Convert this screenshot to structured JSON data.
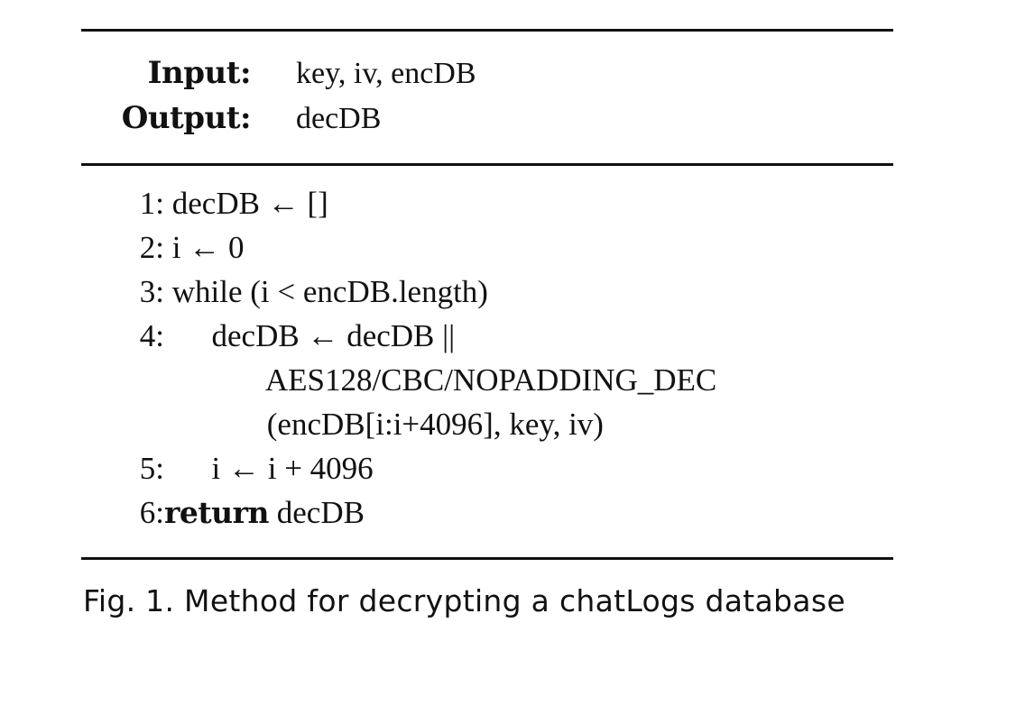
{
  "algorithm": {
    "input_label": "Input:",
    "input_value": "key, iv, encDB",
    "output_label": "Output:",
    "output_value": "decDB",
    "steps": [
      {
        "num": "1:",
        "text": " decDB ← []"
      },
      {
        "num": "2:",
        "text": " i ← 0"
      },
      {
        "num": "3:",
        "text": " while (i < encDB.length)"
      },
      {
        "num": "4:",
        "text": "      decDB ← decDB ||"
      },
      {
        "num": "",
        "text": "             AES128/CBC/NOPADDING_DEC"
      },
      {
        "num": "",
        "text": "             (encDB[i:i+4096], key, iv)"
      },
      {
        "num": "5:",
        "text": "      i ← i + 4096"
      },
      {
        "num": "6:",
        "keyword": "return",
        "text": " decDB"
      }
    ]
  },
  "caption": "Fig. 1. Method for decrypting a chatLogs database"
}
